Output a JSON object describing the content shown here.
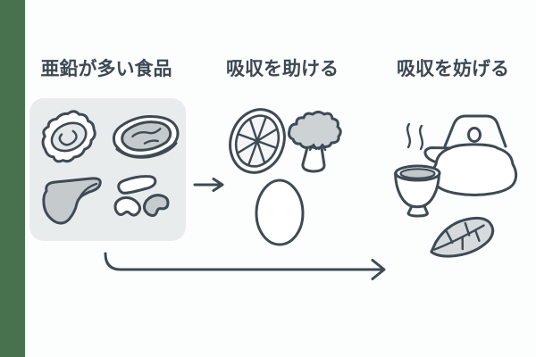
{
  "colors": {
    "accent": "#48724e",
    "ink": "#3e4a54",
    "text": "#3d4852",
    "bg": "#fcfdfd",
    "panel": "#e9eced",
    "gray": "#c5cacd",
    "lightgray": "#e3e7e9",
    "broccoli": "#cdd2d5",
    "leaf": "#d6dadc",
    "flesh": "#f3f5f6",
    "tea": "#c3c8cb"
  },
  "columns": [
    {
      "label": "亜鉛が多い食品",
      "icons": [
        "oyster-icon",
        "steak-icon",
        "liver-icon",
        "cashew-nuts-icon"
      ]
    },
    {
      "label": "吸収を助ける",
      "icons": [
        "lemon-slice-icon",
        "broccoli-icon",
        "egg-icon"
      ]
    },
    {
      "label": "吸収を妨げる",
      "icons": [
        "steam-icon",
        "teapot-icon",
        "tea-cup-icon",
        "tea-leaf-icon"
      ]
    }
  ]
}
